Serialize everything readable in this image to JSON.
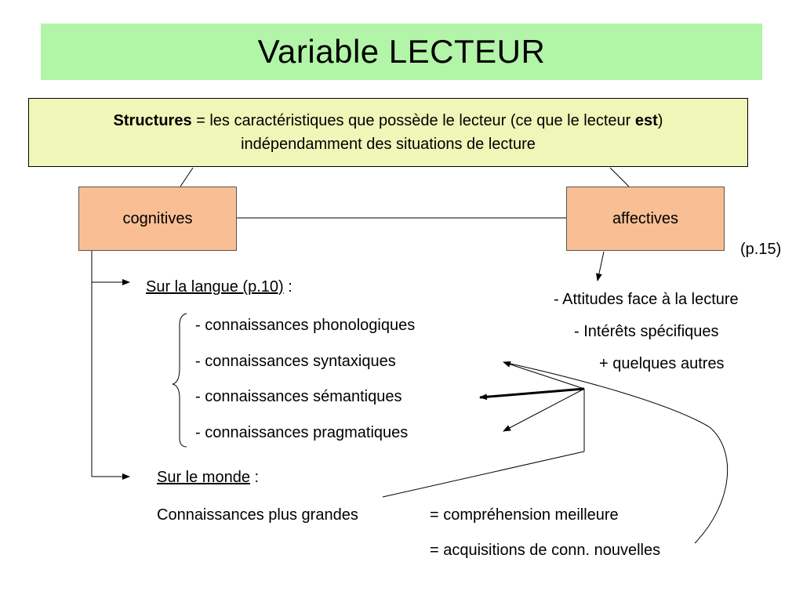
{
  "title": "Variable LECTEUR",
  "structures": {
    "term": "Structures",
    "equals": " =  les caractéristiques que possède le lecteur (ce que le lecteur ",
    "est": "est",
    "close": ")",
    "line2": "indépendamment des situations de lecture"
  },
  "nodes": {
    "cognitives": "cognitives",
    "affectives": "affectives"
  },
  "page_ref": "(p.15)",
  "langue": {
    "heading": "Sur la langue (p.10)",
    "colon": " :",
    "items": [
      "- connaissances phonologiques",
      "- connaissances syntaxiques",
      "- connaissances sémantiques",
      "- connaissances pragmatiques"
    ]
  },
  "affective_items": [
    "- Attitudes face à la lecture",
    "- Intérêts spécifiques",
    "+ quelques autres"
  ],
  "monde": {
    "heading": "Sur le monde",
    "colon": " :",
    "connaissances": "Connaissances plus grandes",
    "result1": "= compréhension meilleure",
    "result2": "= acquisitions de conn. nouvelles"
  }
}
